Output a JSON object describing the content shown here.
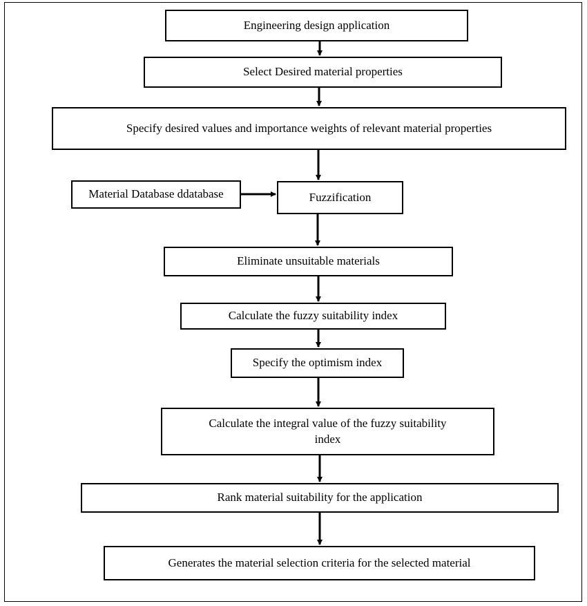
{
  "flowchart": {
    "steps": [
      {
        "id": "engineering-design-application",
        "label": "Engineering design application"
      },
      {
        "id": "select-desired-material-properties",
        "label": "Select Desired material properties"
      },
      {
        "id": "specify-desired-values",
        "label": "Specify desired values and importance weights of relevant material properties"
      },
      {
        "id": "material-database",
        "label": "Material Database ddatabase"
      },
      {
        "id": "fuzzification",
        "label": "Fuzzification"
      },
      {
        "id": "eliminate-unsuitable-materials",
        "label": "Eliminate unsuitable materials"
      },
      {
        "id": "calculate-fuzzy-suitability-index",
        "label": "Calculate the fuzzy suitability index"
      },
      {
        "id": "specify-optimism-index",
        "label": "Specify the optimism index"
      },
      {
        "id": "calculate-integral-value",
        "label_line1": "Calculate the integral value of the fuzzy suitability",
        "label_line2": "index"
      },
      {
        "id": "rank-material-suitability",
        "label": "Rank material suitability for the application"
      },
      {
        "id": "generate-selection-criteria",
        "label": "Generates the material selection criteria for the selected material"
      }
    ]
  }
}
